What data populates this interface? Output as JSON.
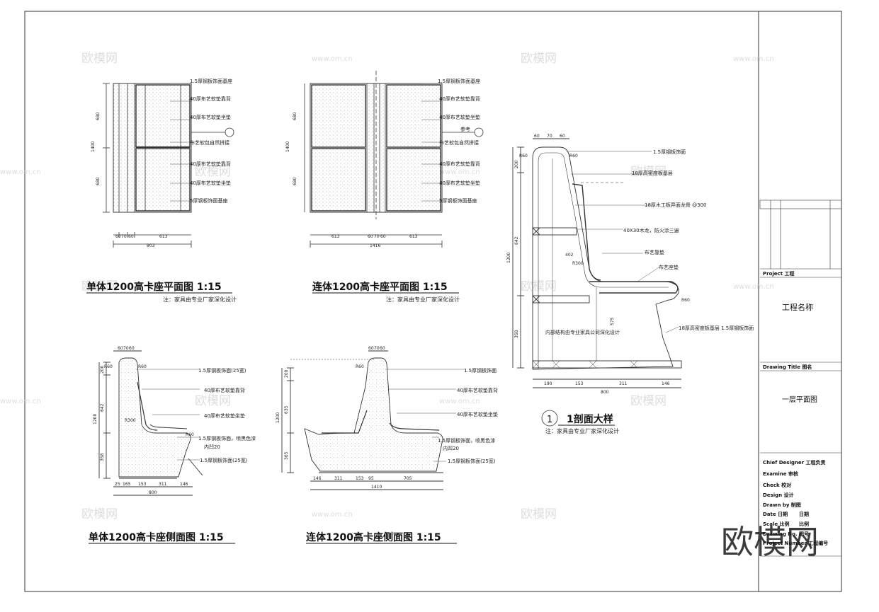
{
  "drawings": {
    "plan_single": {
      "title": "单体1200高卡座平面图 1:15",
      "note": "注：家具由专业厂家深化设计",
      "callouts": [
        "1.5厚钢板饰面基座",
        "40厚布艺软垫靠背",
        "40厚布艺软垫坐垫",
        "布艺软包自然拼接",
        "40厚布艺软垫靠背",
        "40厚布艺软垫坐垫",
        "5厚钢板饰面基座"
      ],
      "dims_v": [
        "680",
        "1400",
        "680"
      ],
      "dims_h": [
        "60",
        "70",
        "60",
        "613",
        "803"
      ]
    },
    "plan_double": {
      "title": "连体1200高卡座平面图 1:15",
      "note": "注：家具由专业厂家深化设计",
      "callouts": [
        "1.5厚钢板饰面基座",
        "40厚布艺软垫靠背",
        "40厚布艺软垫坐垫",
        "布艺软包自然拼接",
        "40厚布艺软垫靠背",
        "40厚布艺软垫坐垫",
        "5厚钢板饰面基座"
      ],
      "dims_v": [
        "680",
        "1400",
        "680"
      ],
      "dims_h": [
        "613",
        "60",
        "70",
        "60",
        "613",
        "1416"
      ],
      "section_tag": "参考"
    },
    "side_single": {
      "title": "单体1200高卡座侧面图 1:15",
      "callouts": [
        "1.5厚钢板饰面(25宽)",
        "40厚布艺软垫靠背",
        "40厚布艺软垫坐垫",
        "1.5厚钢板饰面，喷黑色漆",
        "内凹20",
        "1.5厚钢板饰面(25宽)"
      ],
      "dims_top": [
        "60",
        "70",
        "60"
      ],
      "dims_v": [
        "200",
        "642",
        "1200",
        "358"
      ],
      "dims_h": [
        "25",
        "165",
        "153",
        "311",
        "146",
        "800"
      ],
      "radius_labels": [
        "R60",
        "R60",
        "R60",
        "R300"
      ]
    },
    "side_double": {
      "title": "连体1200高卡座侧面图 1:15",
      "callouts": [
        "1.5厚钢板饰面",
        "40厚布艺软垫靠背",
        "40厚布艺软垫坐垫",
        "1.5厚钢板饰面，喷黑色漆",
        "内凹20",
        "1.5厚钢板饰面(25宽)"
      ],
      "dims_top": [
        "60",
        "70",
        "60"
      ],
      "dims_v": [
        "200",
        "635",
        "1200",
        "365"
      ],
      "dims_h": [
        "146",
        "311",
        "153",
        "95",
        "705",
        "1410"
      ],
      "radius_labels": [
        "R60"
      ]
    },
    "section_detail": {
      "number": "1",
      "title": "1剖面大样",
      "note": "注：家具由专业厂家深化设计",
      "center_note": "内部结构由专业家具公司深化设计",
      "callouts": [
        "1.5厚钢板饰面",
        "18厚高密度板基层",
        "18厚木工板异面龙骨 @300",
        "40X30木龙，防火涂三遍",
        "布艺靠垫",
        "布艺座垫",
        "18厚高密度板基层 1.5厚钢板饰面"
      ],
      "dims_top": [
        "60",
        "70",
        "60"
      ],
      "dims_v": [
        "200",
        "642",
        "1200",
        "358",
        "575"
      ],
      "dims_h": [
        "190",
        "153",
        "311",
        "146",
        "800"
      ],
      "radius_labels": [
        "R60",
        "R60",
        "R60",
        "R300",
        "402"
      ]
    }
  },
  "watermarks": {
    "logo": "欧模网",
    "url": "www.om.cn"
  },
  "title_block": {
    "project_label": "Project 工程",
    "project_name": "工程名称",
    "drawing_title_label": "Drawing Title 图名",
    "drawing_title": "一层平面图",
    "fields": [
      "Chief Designer 工程负责",
      "Examine 审核",
      "Check 校对",
      "Design 设计",
      "Drawn by 制图",
      "Date 日期",
      "Scale 比例",
      "Drawing No. 图号",
      "Project Number 工程编号"
    ],
    "date_value": "日期",
    "scale_value": "比例"
  },
  "brand_logo": "欧模网"
}
